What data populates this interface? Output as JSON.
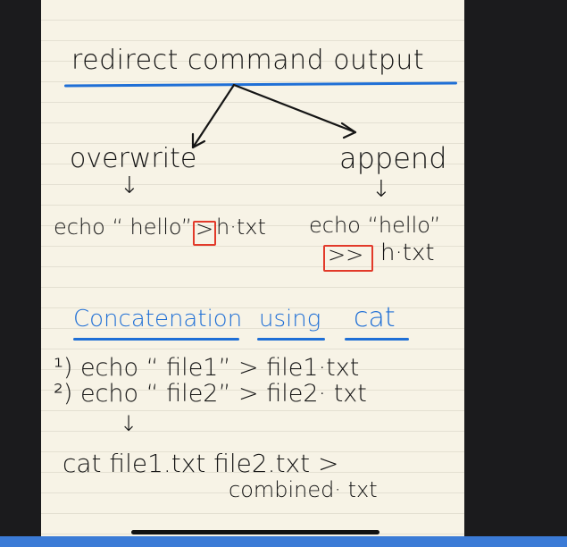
{
  "note": {
    "title": "redirect command output",
    "left_branch": {
      "heading": "overwrite",
      "down_arrow": "↓",
      "command": "echo “ hello”",
      "operator": ">",
      "target": "h·txt"
    },
    "right_branch": {
      "heading": "append",
      "down_arrow": "↓",
      "command": "echo “hello”",
      "operator": ">>",
      "target": "h·txt"
    },
    "section2": {
      "word1": "Concatenation",
      "word2": "using",
      "word3": "cat"
    },
    "lines": [
      "¹) echo “ file1” > file1·txt",
      "²) echo “ file2” > file2· txt"
    ],
    "down_arrow": "↓",
    "cat_line": "cat  file1.txt  file2.txt  >",
    "combined": "combined· txt"
  },
  "colors": {
    "paper": "#f7f3e6",
    "ink": "#151515",
    "accent_blue": "#1f6fd6",
    "highlight_red": "#e23a2a"
  }
}
